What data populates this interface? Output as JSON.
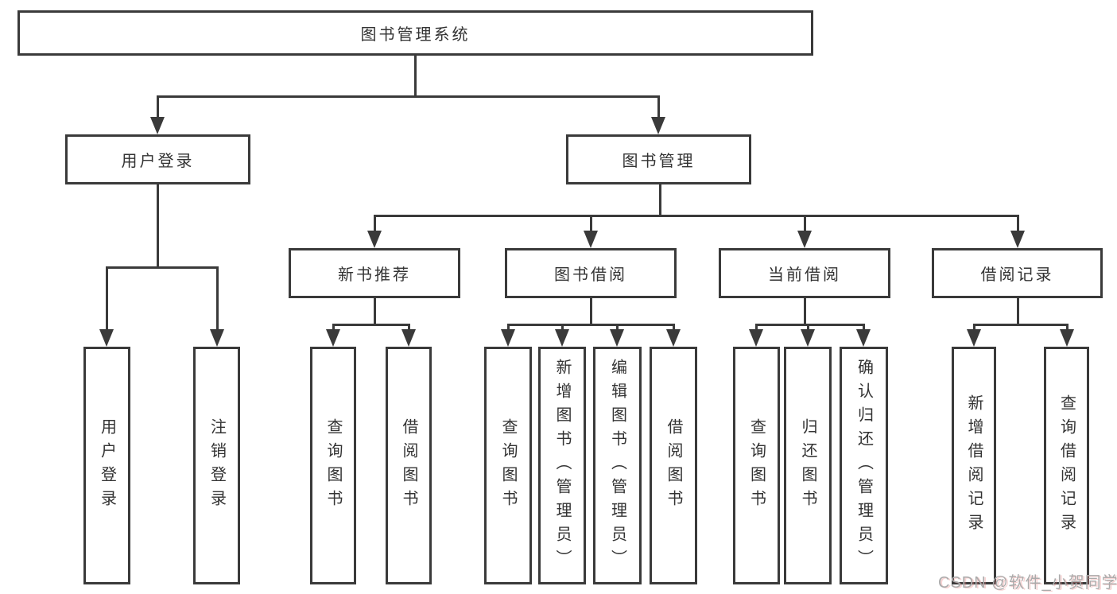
{
  "colors": {
    "line": "#3a3a3a",
    "text": "#333333",
    "background": "#ffffff",
    "watermark": "#ababab"
  },
  "tree": {
    "root": "图书管理系统",
    "branches": [
      {
        "label": "用户登录",
        "children": [
          "用户登录",
          "注销登录"
        ]
      },
      {
        "label": "图书管理",
        "sections": [
          {
            "label": "新书推荐",
            "children": [
              "查询图书",
              "借阅图书"
            ]
          },
          {
            "label": "图书借阅",
            "children": [
              "查询图书",
              "新增图书（管理员）",
              "编辑图书（管理员）",
              "借阅图书"
            ]
          },
          {
            "label": "当前借阅",
            "children": [
              "查询图书",
              "归还图书",
              "确认归还（管理员）"
            ]
          },
          {
            "label": "借阅记录",
            "children": [
              "新增借阅记录",
              "查询借阅记录"
            ]
          }
        ]
      }
    ]
  },
  "watermark": "CSDN @软件_小贺同学"
}
